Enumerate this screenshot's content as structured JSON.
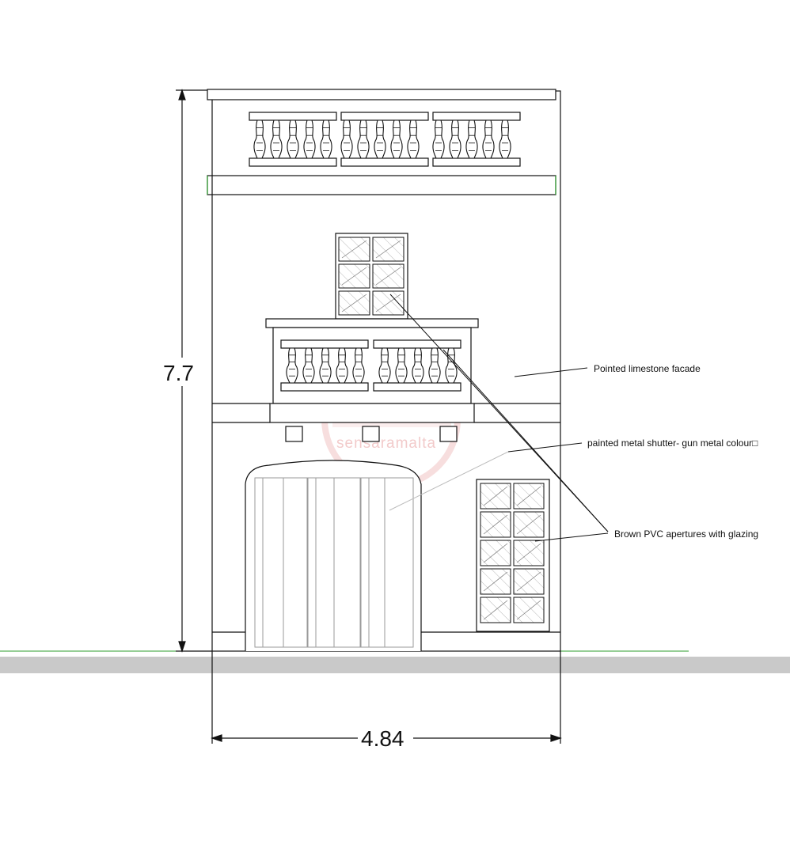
{
  "dimensions": {
    "height": "7.7",
    "width": "4.84"
  },
  "annotations": [
    {
      "id": "facade",
      "text": "Pointed limestone facade"
    },
    {
      "id": "shutter",
      "text": "painted metal shutter- gun metal colour□"
    },
    {
      "id": "apertures",
      "text": "Brown PVC apertures with glazing"
    }
  ],
  "watermark": {
    "text": "sensaramalta",
    "color": "#e8a0a0"
  },
  "colors": {
    "line": "#111111",
    "ground_line": "#2e9e2e",
    "ground_band": "#c9c9c9",
    "parapet_band_edge": "#2e9e2e",
    "shutter_line": "#9a9a9a"
  }
}
